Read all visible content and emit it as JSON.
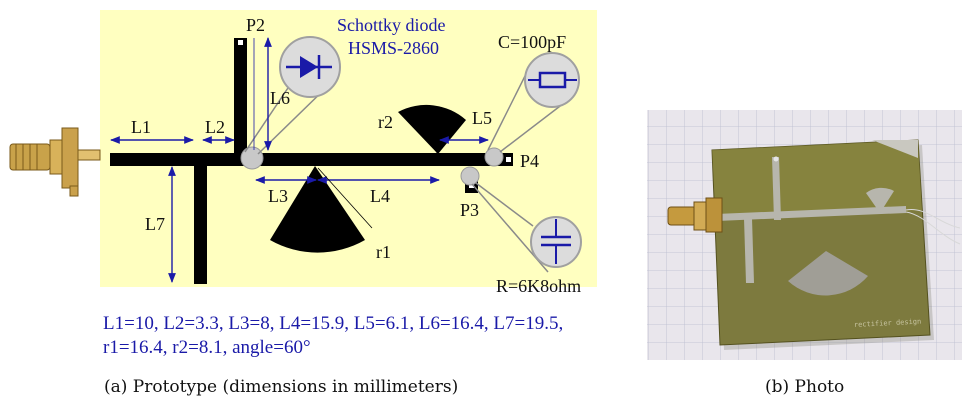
{
  "diagram": {
    "ports": {
      "p2": "P2",
      "p3": "P3",
      "p4": "P4"
    },
    "segments": {
      "l1": "L1",
      "l2": "L2",
      "l3": "L3",
      "l4": "L4",
      "l5": "L5",
      "l6": "L6",
      "l7": "L7"
    },
    "radii": {
      "r1": "r1",
      "r2": "r2"
    },
    "diode": {
      "line1": "Schottky diode",
      "line2": "HSMS-2860"
    },
    "capacitor": "C=100pF",
    "resistor": "R=6K8ohm",
    "dimensions_line1": "L1=10, L2=3.3, L3=8, L4=15.9, L5=6.1, L6=16.4, L7=19.5,",
    "dimensions_line2": "r1=16.4, r2=8.1, angle=60°",
    "colors": {
      "board": "#ffffc0",
      "annotation": "#1a1aa8",
      "trace": "#000000",
      "lens": "#c8c8c8"
    }
  },
  "photo": {
    "board_label": "rectifier design"
  },
  "captions": {
    "a": "(a) Prototype (dimensions in millimeters)",
    "b": "(b) Photo"
  }
}
